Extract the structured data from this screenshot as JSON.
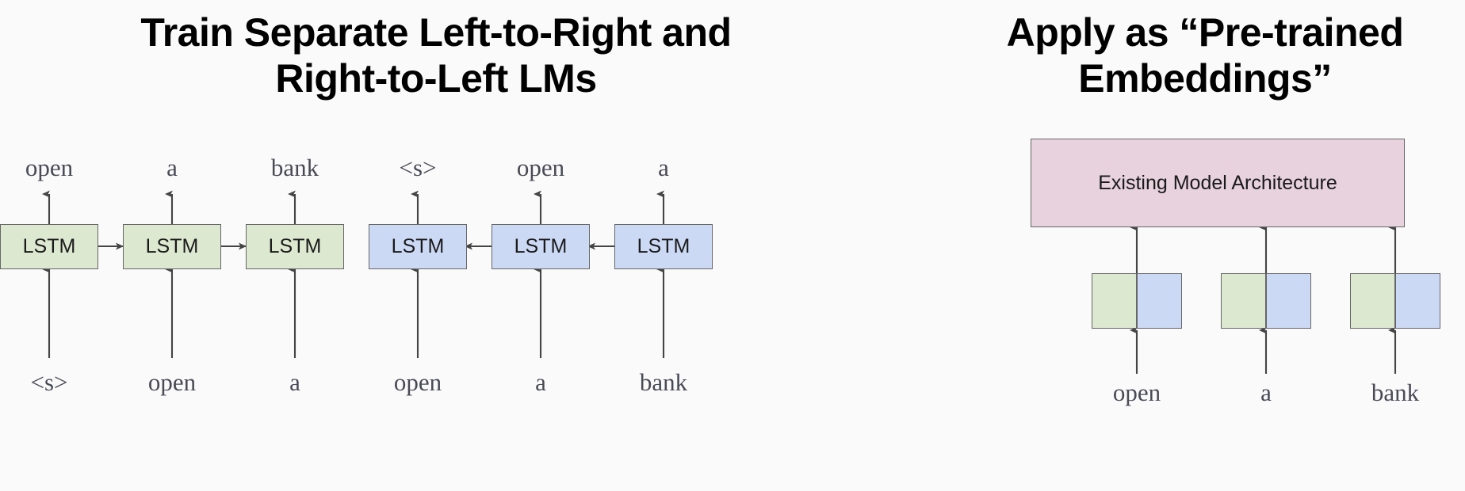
{
  "slide": {
    "background_color": "#fafafa",
    "left_panel": {
      "title": "Train Separate Left-to-Right and Right-to-Left LMs",
      "title_line1": "Train Separate Left-to-Right and",
      "title_line2": "Right-to-Left LMs",
      "forward_chain": {
        "direction": "left-to-right",
        "color": "#dde8d1",
        "cells": [
          {
            "label": "LSTM",
            "input": "<s>",
            "output": "open"
          },
          {
            "label": "LSTM",
            "input": "open",
            "output": "a"
          },
          {
            "label": "LSTM",
            "input": "a",
            "output": "bank"
          }
        ]
      },
      "backward_chain": {
        "direction": "right-to-left",
        "color": "#ccd9f5",
        "cells": [
          {
            "label": "LSTM",
            "input": "open",
            "output": "<s>"
          },
          {
            "label": "LSTM",
            "input": "a",
            "output": "open"
          },
          {
            "label": "LSTM",
            "input": "bank",
            "output": "a"
          }
        ]
      },
      "top_tokens": [
        "open",
        "a",
        "bank",
        "<s>",
        "open",
        "a"
      ],
      "bottom_tokens": [
        "<s>",
        "open",
        "a",
        "open",
        "a",
        "bank"
      ]
    },
    "right_panel": {
      "title": "Apply as “Pre-trained Embeddings”",
      "title_line1": "Apply as “Pre-trained",
      "title_line2": "Embeddings”",
      "architecture_box": {
        "label": "Existing Model Architecture",
        "color": "#e7d2dd"
      },
      "embeddings": [
        {
          "token": "open",
          "left_half_color": "#dde8d1",
          "right_half_color": "#ccd9f5"
        },
        {
          "token": "a",
          "left_half_color": "#dde8d1",
          "right_half_color": "#ccd9f5"
        },
        {
          "token": "bank",
          "left_half_color": "#dde8d1",
          "right_half_color": "#ccd9f5"
        }
      ],
      "bottom_tokens": [
        "open",
        "a",
        "bank"
      ]
    }
  },
  "colors": {
    "forward_green": "#dde8d1",
    "backward_blue": "#ccd9f5",
    "architecture_pink": "#e7d2dd",
    "box_border": "#666666",
    "arrow": "#444444",
    "token_text": "#4a4a56",
    "title_text": "#000000"
  }
}
